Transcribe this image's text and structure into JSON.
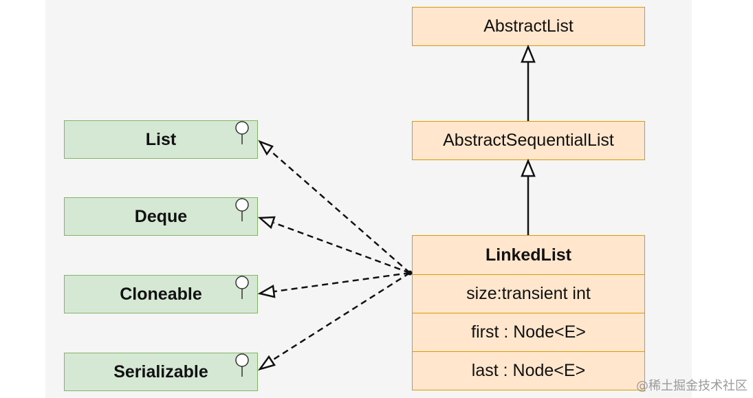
{
  "classes": {
    "abstract_list": "AbstractList",
    "abstract_sequential_list": "AbstractSequentialList",
    "linked_list": {
      "name": "LinkedList",
      "fields": [
        "size:transient int",
        "first : Node<E>",
        "last : Node<E>"
      ]
    }
  },
  "interfaces": [
    "List",
    "Deque",
    "Cloneable",
    "Serializable"
  ],
  "watermark": "@稀土掘金技术社区",
  "colors": {
    "class_fill": "#ffe6cc",
    "class_border": "#d79b00",
    "interface_fill": "#d5e8d4",
    "interface_border": "#82b366"
  }
}
